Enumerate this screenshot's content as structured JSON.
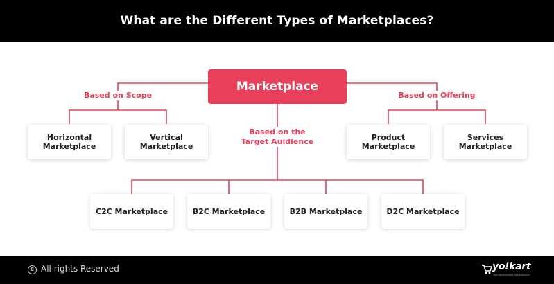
{
  "header": {
    "title": "What are the Different Types of Marketplaces?"
  },
  "diagram": {
    "root": "Marketplace",
    "branches": [
      {
        "label": "Based on Scope",
        "children": [
          "Horizontal Marketplace",
          "Vertical Marketplace"
        ]
      },
      {
        "label": "Based on the Target Auidience",
        "children": [
          "C2C Marketplace",
          "B2C Marketplace",
          "B2B Marketplace",
          "D2C Marketplace"
        ]
      },
      {
        "label": "Based on Offering",
        "children": [
          "Product Marketplace",
          "Services Marketplace"
        ]
      }
    ]
  },
  "footer": {
    "copyright_text": "All rights Reserved",
    "brand": "yo!kart",
    "brand_tagline": "Your multivendor marketplace"
  },
  "colors": {
    "accent": "#e8405a",
    "header_bg": "#000000",
    "footer_bg": "#000000"
  },
  "icons": {
    "copyright": "copyright-icon",
    "brand": "cart-logo-icon"
  }
}
